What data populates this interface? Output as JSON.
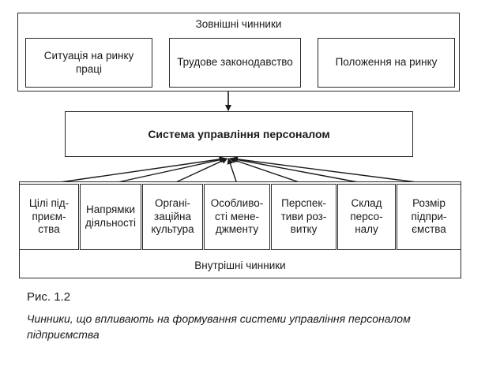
{
  "diagram": {
    "external": {
      "title": "Зовнішні чинники",
      "items": [
        "Ситуація на ринку\nпраці",
        "Трудове законодавство",
        "Положення на ринку"
      ]
    },
    "system": "Система управління персоналом",
    "internal": {
      "title": "Внутрішні чинники",
      "items": [
        "Цілі під-\nприєм-\nства",
        "Напрямки\nдіяльності",
        "Органі-\nзаційна\nкультура",
        "Особливо-\nсті мене-\nджменту",
        "Перспек-\nтиви роз-\nвитку",
        "Склад\nперсо-\nналу",
        "Розмір\nпідпри-\nємства"
      ]
    }
  },
  "caption": {
    "title": "Рис. 1.2",
    "text": "Чинники, що впливають на формування системи управління персоналом підприємства"
  }
}
